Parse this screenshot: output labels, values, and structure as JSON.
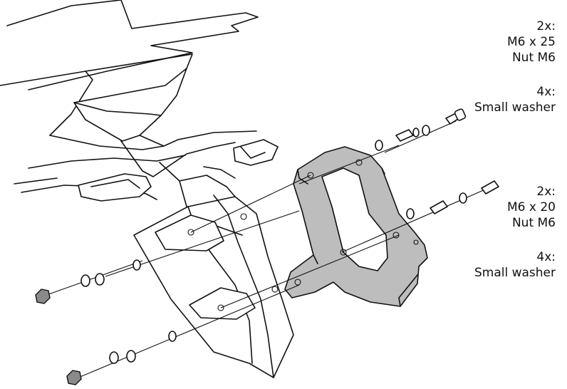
{
  "labels": {
    "group_1": {
      "quantity": "2x:",
      "line_1": "M6 x 25",
      "line_2": "Nut M6"
    },
    "group_2": {
      "quantity": "4x:",
      "line_1": "Small washer"
    },
    "group_3": {
      "quantity": "2x:",
      "line_1": "M6 x 20",
      "line_2": "Nut M6"
    },
    "group_4": {
      "quantity": "4x:",
      "line_1": "Small washer"
    }
  },
  "colors": {
    "line": "#111111",
    "bracket_fill": "#bdbdbd",
    "background": "#ffffff"
  }
}
